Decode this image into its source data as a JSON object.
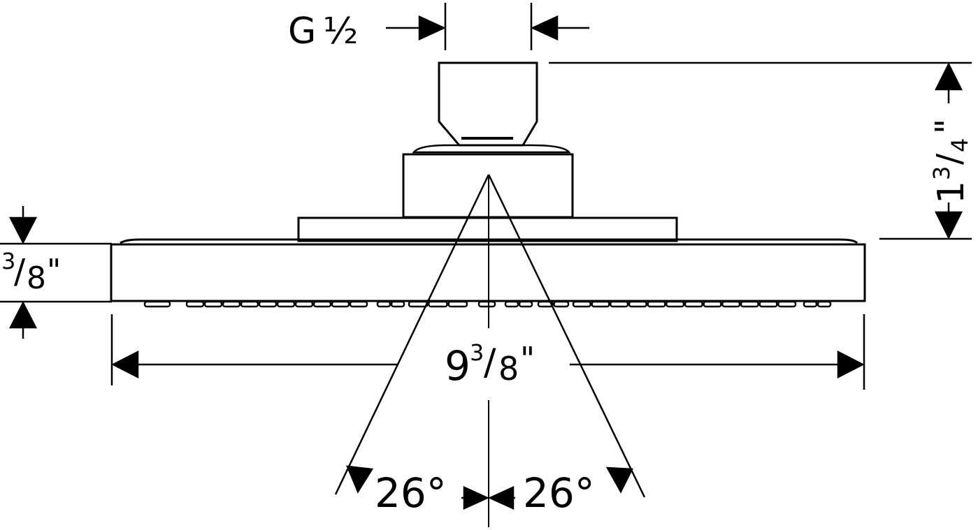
{
  "dimensions": {
    "thread": {
      "letter": "G",
      "fraction": "½"
    },
    "height": {
      "whole": "1",
      "num": "3",
      "slash": "/",
      "den": "4",
      "unit": "\""
    },
    "plate_thickness": {
      "num": "3",
      "slash": "/",
      "den": "8",
      "unit": "\""
    },
    "diameter": {
      "whole": "9",
      "num": "3",
      "slash": "/",
      "den": "8",
      "unit": "\""
    },
    "spray_angle_left": "26°",
    "spray_angle_right": "26°"
  },
  "colors": {
    "line": "#000000",
    "background": "#ffffff"
  }
}
